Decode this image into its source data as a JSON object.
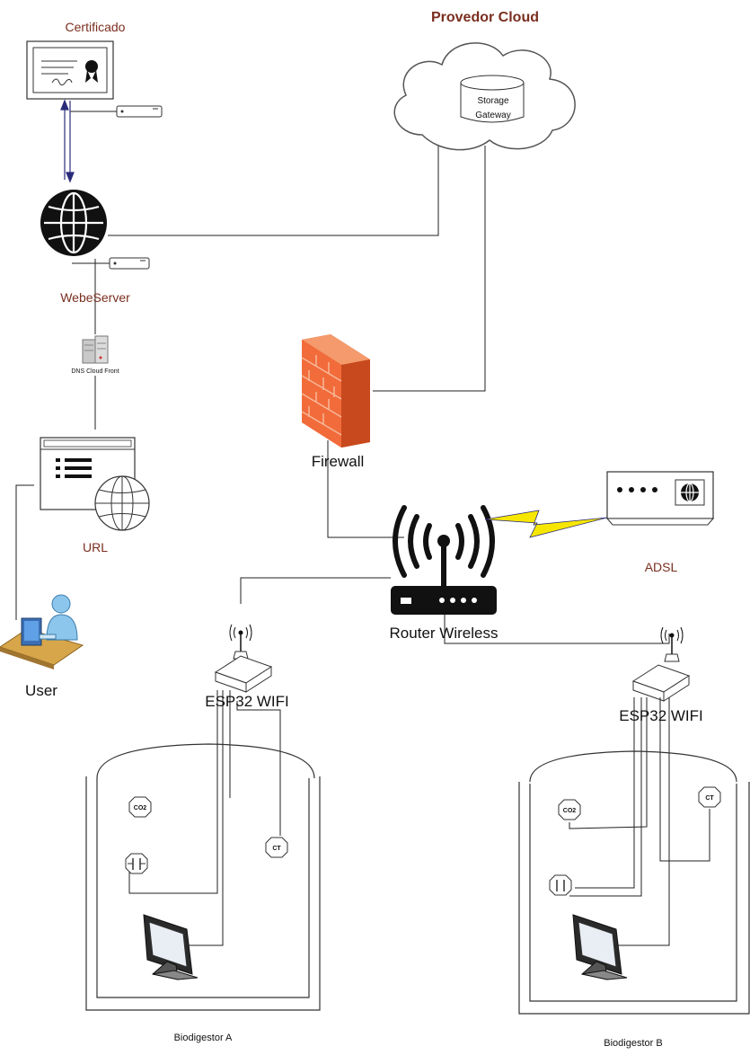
{
  "labels": {
    "cloud_title": "Provedor Cloud",
    "storage_gateway_line1": "Storage",
    "storage_gateway_line2": "Gateway",
    "certificado": "Certificado",
    "webserver": "WebeServer",
    "dns": "DNS Cloud Front",
    "url": "URL",
    "user": "User",
    "firewall": "Firewall",
    "router": "Router Wireless",
    "adsl": "ADSL",
    "esp32_a": "ESP32 WIFI",
    "esp32_b": "ESP32 WIFI",
    "biodigestor_a": "Biodigestor A",
    "biodigestor_b": "Biodigestor B",
    "sensor_co2_a": "CO2",
    "sensor_ct_a": "CT",
    "sensor_co2_b": "CO2",
    "sensor_ct_b": "CT"
  },
  "colors": {
    "label_brown": "#7a2e1f",
    "line": "#222222",
    "firewall_orange": "#f06a3c",
    "lightning_yellow": "#f7e600",
    "cert_arrow": "#2b2b7a"
  }
}
